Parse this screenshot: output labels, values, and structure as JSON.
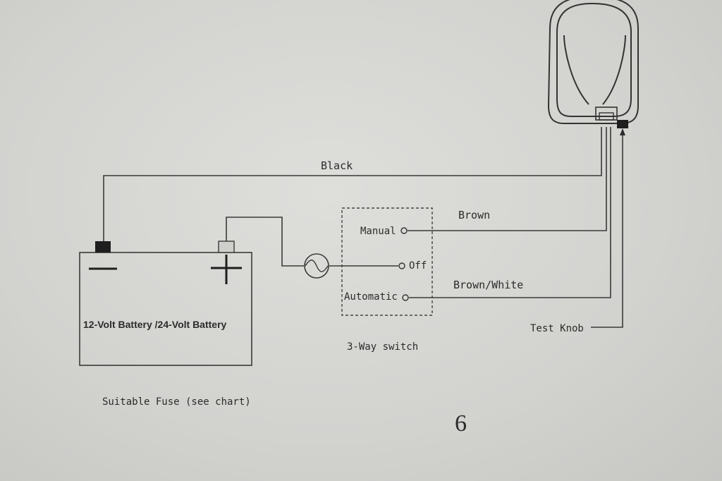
{
  "wires": {
    "black": "Black",
    "brown": "Brown",
    "brown_white": "Brown/White"
  },
  "battery": {
    "label": "12-Volt Battery /24-Volt Battery",
    "negative": "−",
    "positive": "+"
  },
  "switch": {
    "title": "3-Way switch",
    "manual": "Manual",
    "off": "Off",
    "automatic": "Automatic"
  },
  "fuse": {
    "label": "Suitable Fuse (see chart)"
  },
  "pump": {
    "test_knob": "Test Knob"
  },
  "page_number": "6",
  "colors": {
    "ink": "#2b2b2b",
    "paper": "#d8d8d5"
  }
}
